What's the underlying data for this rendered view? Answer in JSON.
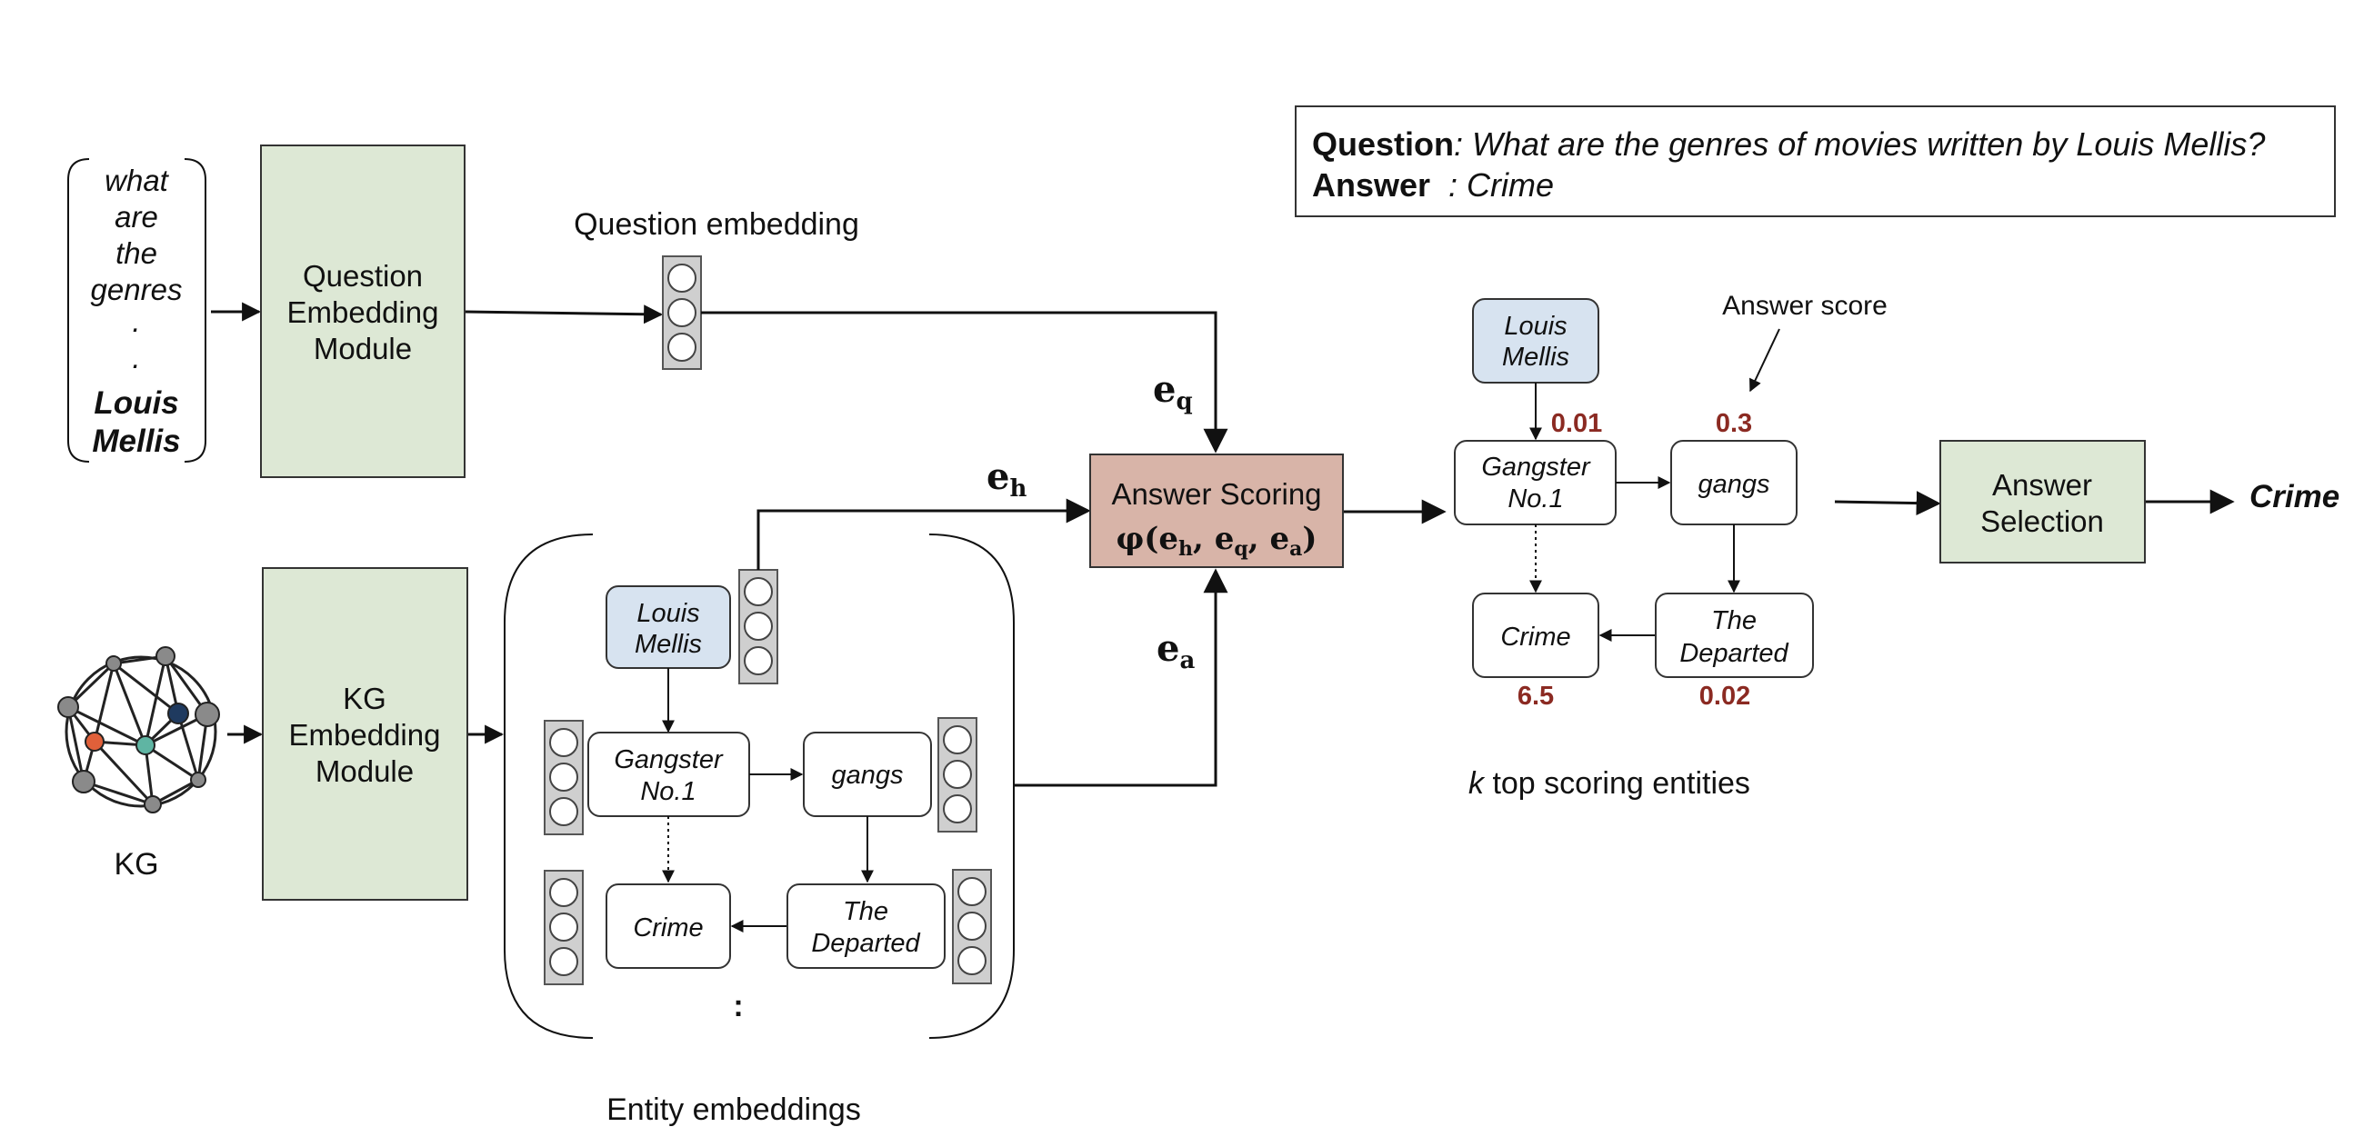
{
  "question_input": {
    "tokens": [
      "what",
      "are",
      "the",
      "genres",
      ".",
      ".",
      "Louis",
      "Mellis"
    ]
  },
  "modules": {
    "question_embedding": [
      "Question",
      "Embedding",
      "Module"
    ],
    "kg_embedding": [
      "KG",
      "Embedding",
      "Module"
    ],
    "answer_scoring_title": "Answer Scoring",
    "answer_scoring_formula": "φ(eh, eq, ea)",
    "answer_selection": [
      "Answer",
      "Selection"
    ]
  },
  "labels": {
    "question_embedding": "Question embedding",
    "kg": "KG",
    "entity_embeddings": "Entity embeddings",
    "eq": "eq",
    "eh": "eh",
    "ea": "ea",
    "answer_score": "Answer score",
    "k_prefix": "k",
    "k_rest": " top scoring entities",
    "output": "Crime",
    "ellipsis": ":"
  },
  "qa_box": {
    "question_label": "Question",
    "question_text": ": What are the genres of movies written by Louis Mellis?",
    "answer_label": "Answer",
    "answer_text": "  : Crime"
  },
  "entity_graph": {
    "louis": [
      "Louis",
      "Mellis"
    ],
    "gangster": [
      "Gangster",
      "No.1"
    ],
    "gangs": "gangs",
    "crime": "Crime",
    "departed": [
      "The",
      "Departed"
    ]
  },
  "scores": {
    "gangster": "0.01",
    "gangs": "0.3",
    "crime": "6.5",
    "departed": "0.02"
  },
  "colors": {
    "module_green": "#dde8d5",
    "scoring_pink": "#d8b4a8",
    "entity_blue": "#d7e3f0",
    "score_red": "#8b2a22",
    "vector_gray": "#cfcfcf"
  }
}
